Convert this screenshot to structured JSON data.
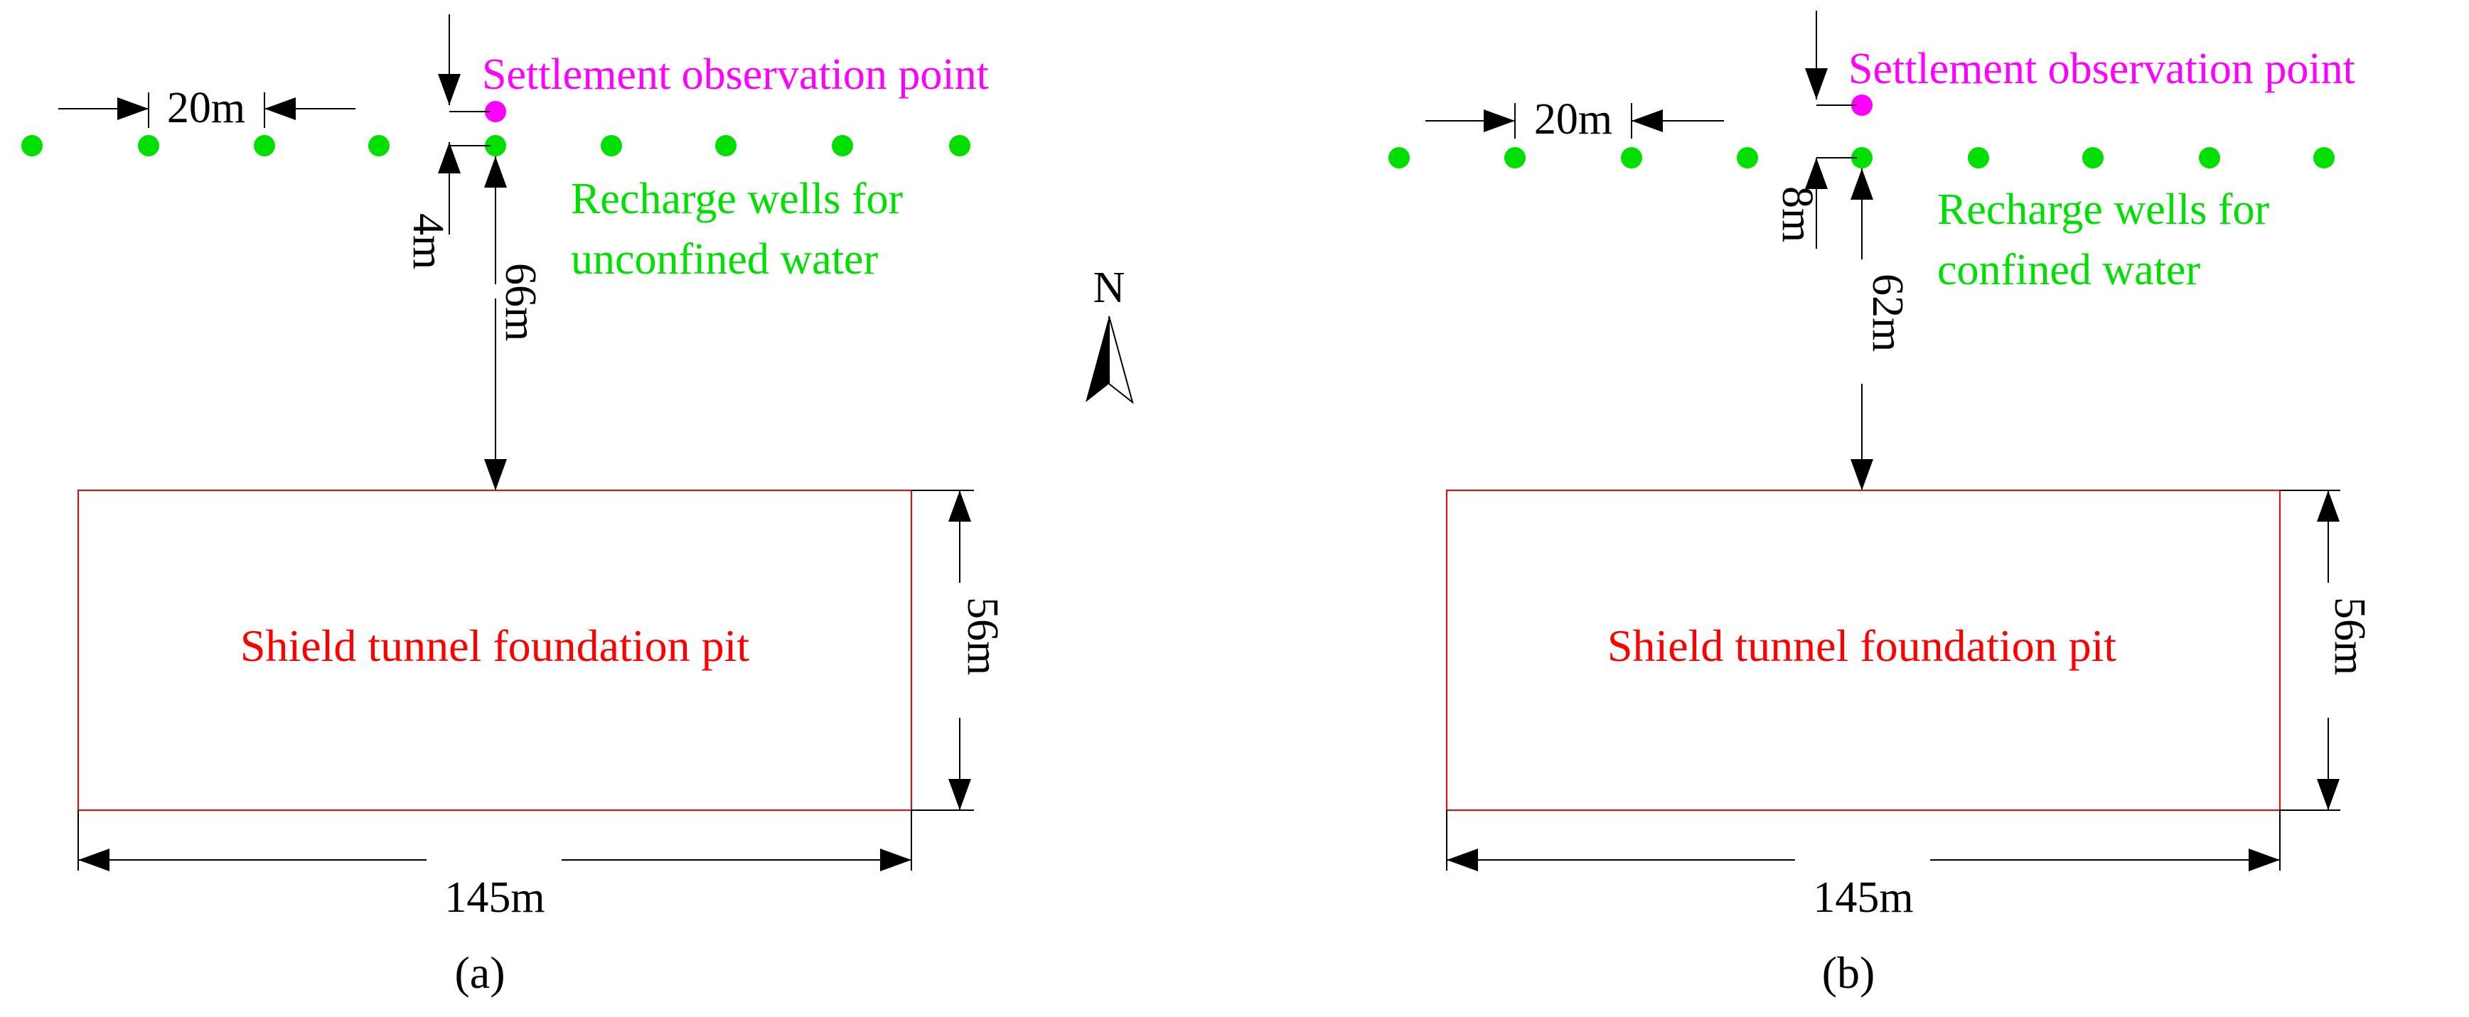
{
  "colors": {
    "wells": "#00e000",
    "observation": "#ff00ff",
    "pit": "#ff0000",
    "dimension": "#000000"
  },
  "north_label": "N",
  "panels": [
    {
      "caption": "(a)",
      "observation_label": "Settlement observation point",
      "wells_label_line1": "Recharge wells for",
      "wells_label_line2": "unconfined water",
      "well_spacing": "20m",
      "offset": "4m",
      "distance_to_pit": "66m",
      "pit_label": "Shield tunnel foundation pit",
      "pit_width": "56m",
      "pit_length": "145m"
    },
    {
      "caption": "(b)",
      "observation_label": "Settlement observation point",
      "wells_label_line1": "Recharge wells for",
      "wells_label_line2": "confined water",
      "well_spacing": "20m",
      "offset": "8m",
      "distance_to_pit": "62m",
      "pit_label": "Shield tunnel foundation pit",
      "pit_width": "56m",
      "pit_length": "145m"
    }
  ]
}
